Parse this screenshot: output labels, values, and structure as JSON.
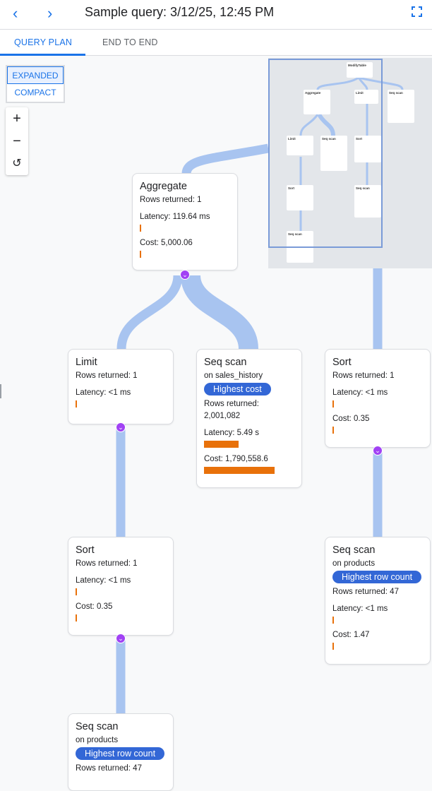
{
  "header": {
    "title": "Sample query: 3/12/25, 12:45 PM",
    "back_icon": "chevron-left-icon",
    "forward_icon": "chevron-right-icon",
    "fullscreen_icon": "fullscreen-icon"
  },
  "tabs": [
    {
      "label": "QUERY PLAN",
      "active": true
    },
    {
      "label": "END TO END",
      "active": false
    }
  ],
  "view_toggle": {
    "options": [
      "EXPANDED",
      "COMPACT"
    ],
    "selected": "EXPANDED"
  },
  "zoom_controls": {
    "zoom_in": "+",
    "zoom_out": "−",
    "reset": "↺"
  },
  "nodes": {
    "aggregate": {
      "title": "Aggregate",
      "rows": "Rows returned: 1",
      "latency": "Latency: 119.64 ms",
      "cost": "Cost: 5,000.06"
    },
    "limit": {
      "title": "Limit",
      "rows": "Rows returned: 1",
      "latency": "Latency: <1 ms"
    },
    "seq_sales": {
      "title": "Seq scan",
      "on": "on sales_history",
      "badge": "Highest cost",
      "rows_label": "Rows returned:",
      "rows": "2,001,082",
      "latency": "Latency: 5.49 s",
      "cost": "Cost: 1,790,558.6"
    },
    "sort_right": {
      "title": "Sort",
      "rows": "Rows returned: 1",
      "latency": "Latency: <1 ms",
      "cost": "Cost: 0.35"
    },
    "sort_left": {
      "title": "Sort",
      "rows": "Rows returned: 1",
      "latency": "Latency: <1 ms",
      "cost": "Cost: 0.35"
    },
    "seq_products_right": {
      "title": "Seq scan",
      "on": "on products",
      "badge": "Highest row count",
      "rows": "Rows returned: 47",
      "latency": "Latency: <1 ms",
      "cost": "Cost: 1.47"
    },
    "seq_products_left": {
      "title": "Seq scan",
      "on": "on products",
      "badge": "Highest row count",
      "rows": "Rows returned: 47"
    }
  },
  "minimap": {
    "nodes": [
      "ModifyTable",
      "Aggregate",
      "Limit",
      "Seq scan",
      "Limit",
      "Seq scan",
      "Sort",
      "Sort",
      "Seq scan",
      "Seq scan"
    ]
  },
  "colors": {
    "accent": "#1a73e8",
    "badge": "#3367d6",
    "bar": "#e8710a",
    "edge": "#a8c4f0",
    "expand": "#a142f4"
  }
}
